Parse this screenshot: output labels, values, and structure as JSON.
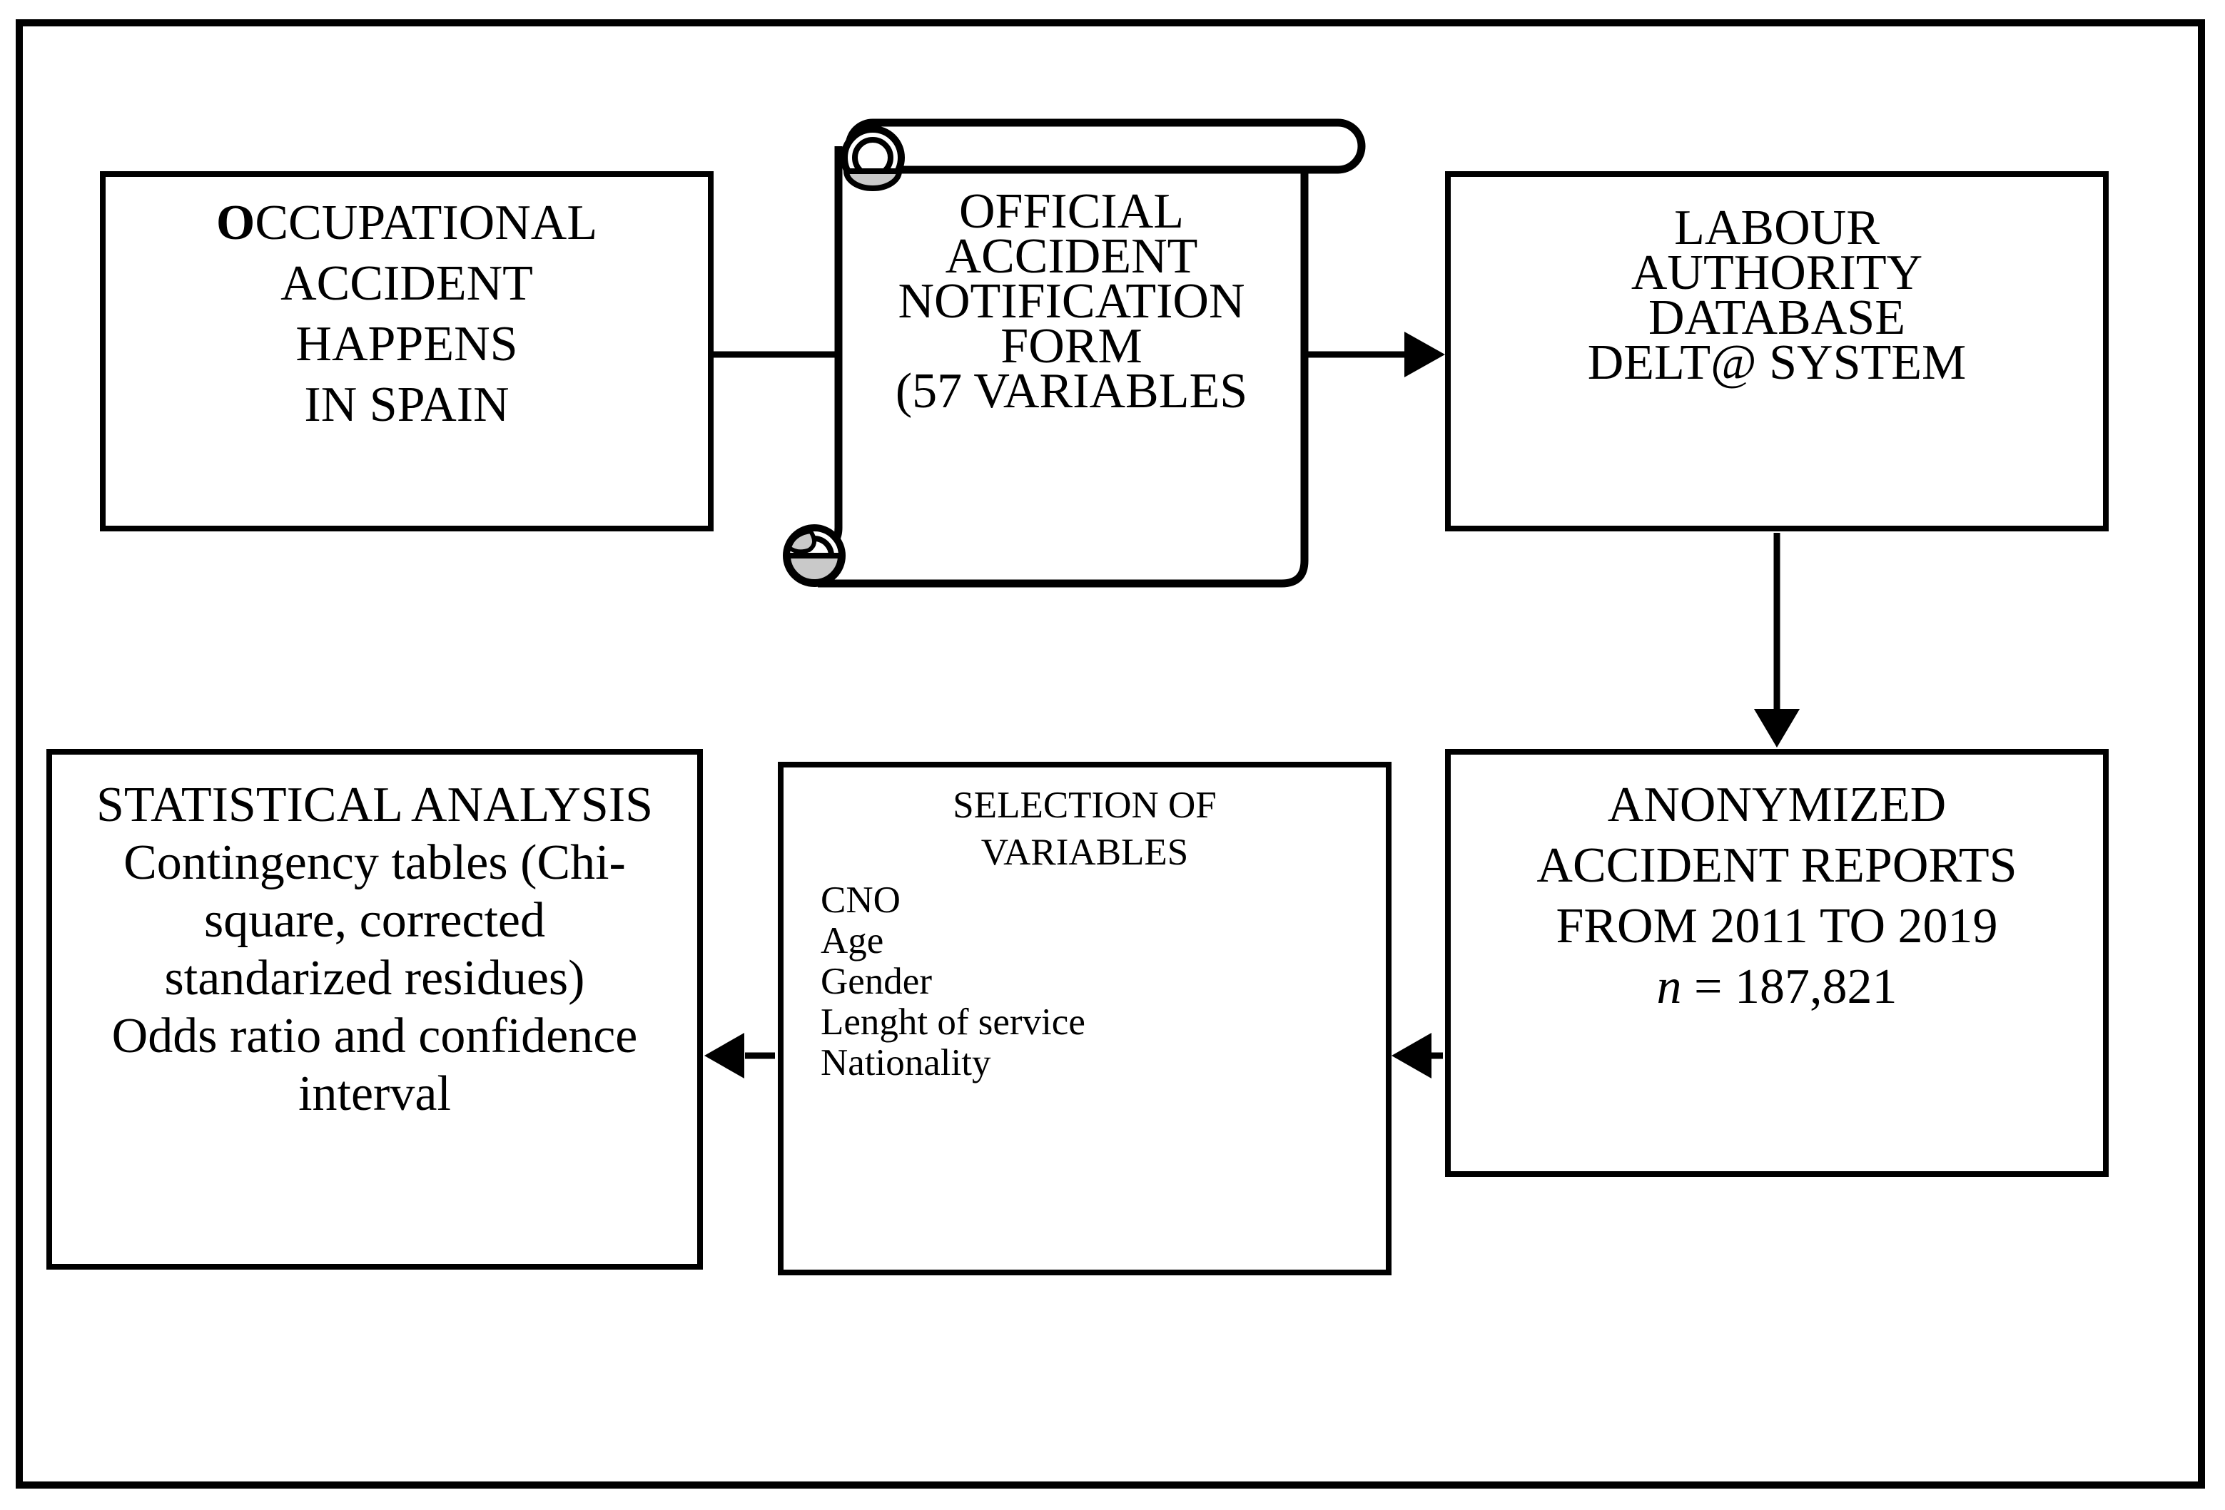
{
  "diagram": {
    "colors": {
      "ink": "#000000",
      "paper": "#ffffff",
      "scroll_curl_fill": "#c9c9c9"
    },
    "nodes": {
      "occupational": {
        "first_letter": "O",
        "first_rest": "CCUPATIONAL",
        "line2": "ACCIDENT",
        "line3": "HAPPENS",
        "line4": "IN SPAIN"
      },
      "notification_form": {
        "lines": [
          "OFFICIAL",
          "ACCIDENT",
          "NOTIFICATION",
          "FORM",
          "(57 VARIABLES"
        ]
      },
      "labour_authority": {
        "lines": [
          "LABOUR",
          "AUTHORITY",
          "DATABASE",
          "DELT@ SYSTEM"
        ]
      },
      "anonymized_reports": {
        "lines": [
          "ANONYMIZED",
          "ACCIDENT REPORTS",
          "FROM 2011 TO 2019"
        ],
        "sample_symbol": "n",
        "sample_rest": " = 187,821"
      },
      "selection_variables": {
        "title_line1": "SELECTION OF",
        "title_line2": "VARIABLES",
        "items": [
          "CNO",
          "Age",
          "Gender",
          "Lenght of service",
          "Nationality"
        ]
      },
      "statistical_analysis": {
        "lines": [
          "STATISTICAL ANALYSIS",
          "Contingency tables (Chi-",
          "square, corrected",
          "standarized residues)",
          "Odds ratio and confidence",
          "interval"
        ]
      }
    }
  }
}
